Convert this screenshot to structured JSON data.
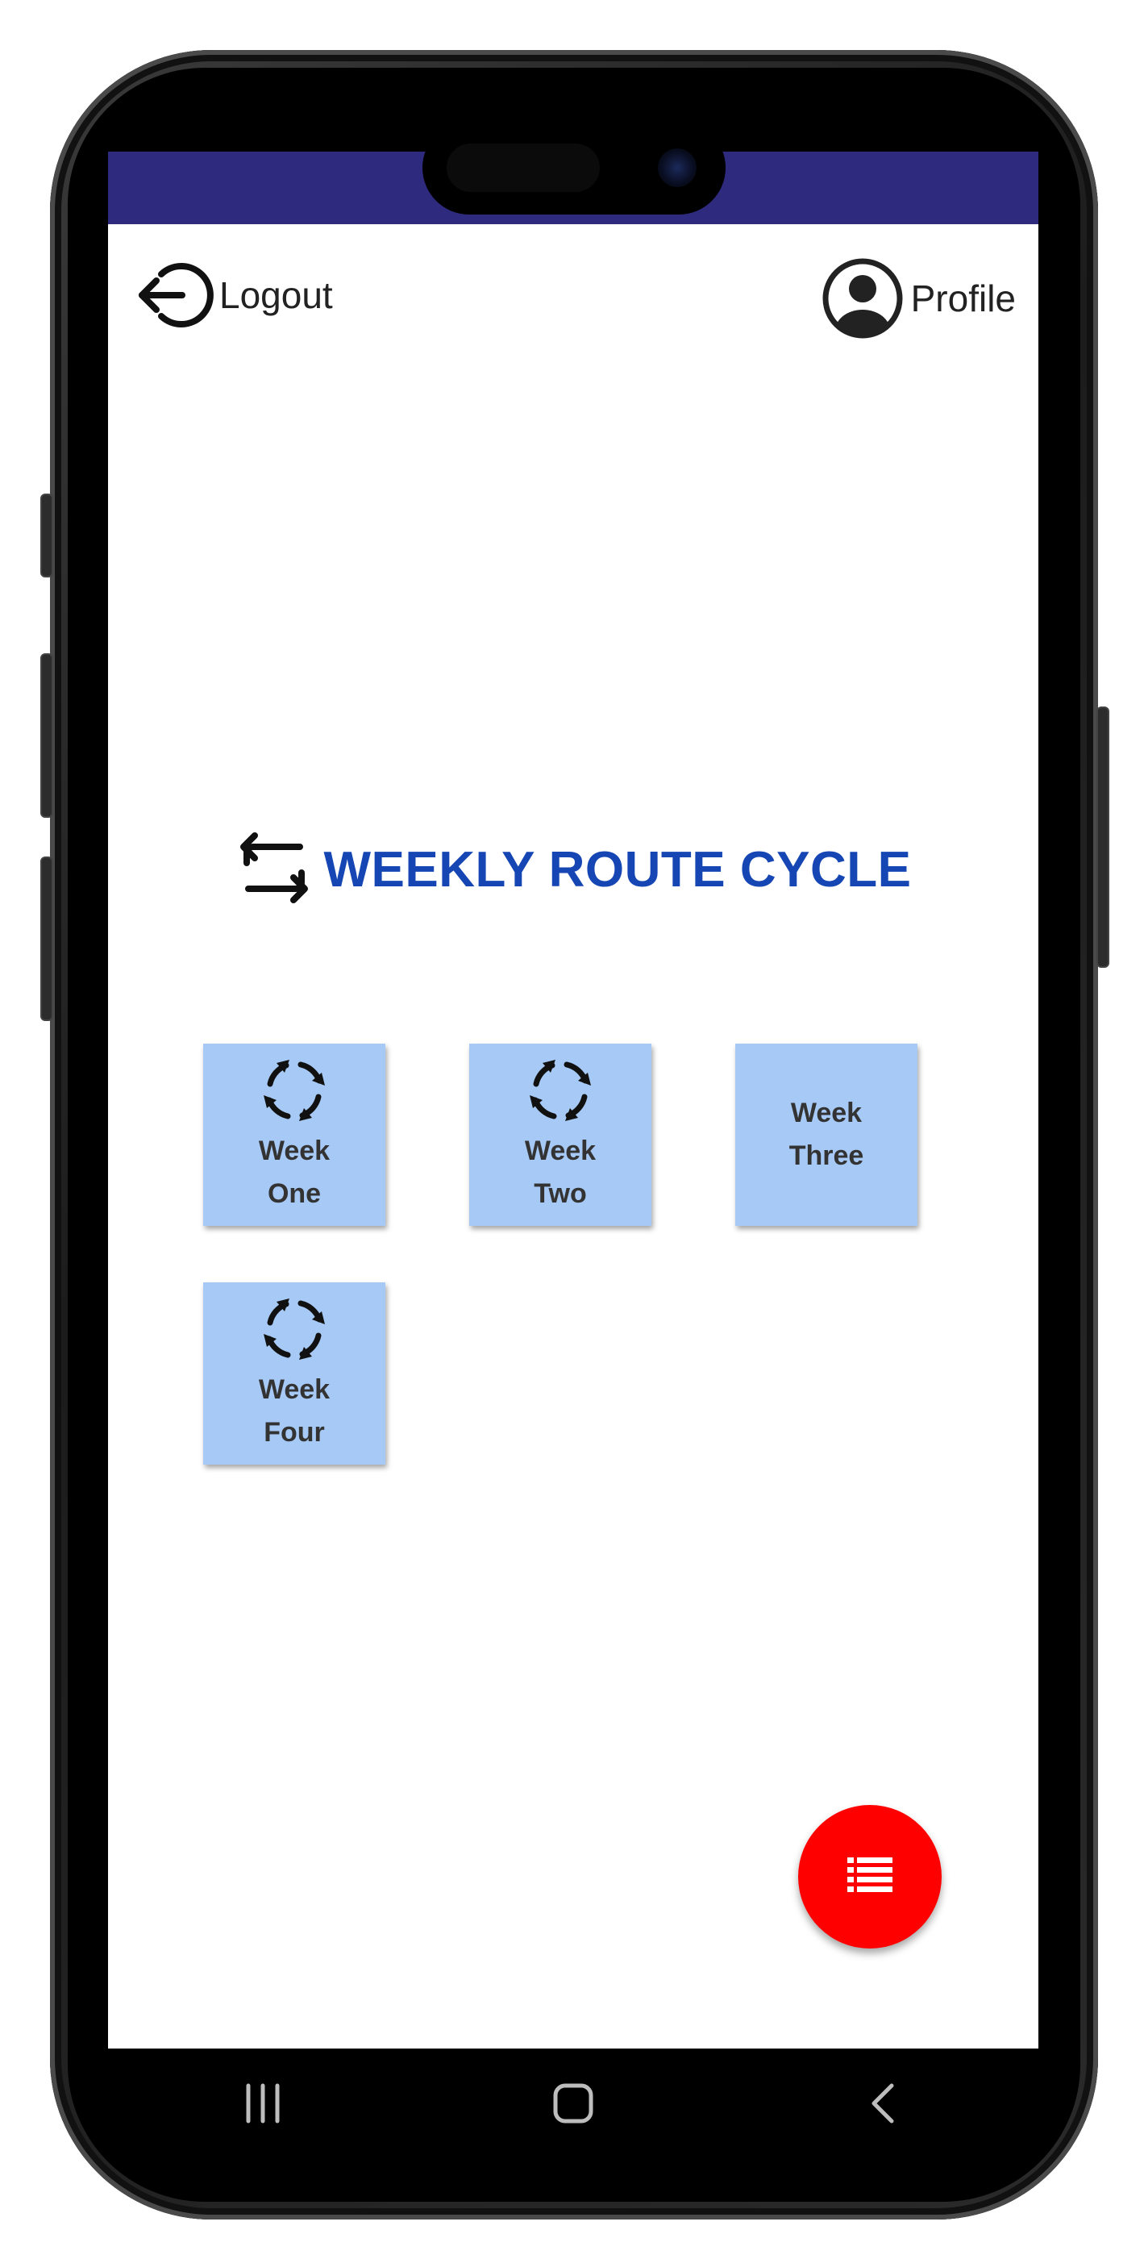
{
  "header": {
    "logout_label": "Logout",
    "profile_label": "Profile"
  },
  "main": {
    "title": "WEEKLY ROUTE CYCLE",
    "tiles": [
      {
        "line1": "Week",
        "line2": "One",
        "icon": "refresh-cycle-icon"
      },
      {
        "line1": "Week",
        "line2": "Two",
        "icon": "refresh-cycle-icon"
      },
      {
        "line1": "Week",
        "line2": "Three",
        "icon": null
      },
      {
        "line1": "Week",
        "line2": "Four",
        "icon": "refresh-cycle-icon"
      }
    ]
  },
  "fab": {
    "icon": "list-icon",
    "color": "#ff0000"
  },
  "navbar": {
    "icons": [
      "recent-apps-icon",
      "home-icon",
      "back-icon"
    ]
  },
  "colors": {
    "status_bar": "#2e2a7e",
    "title": "#1546b3",
    "tile": "#a7c9f5"
  }
}
